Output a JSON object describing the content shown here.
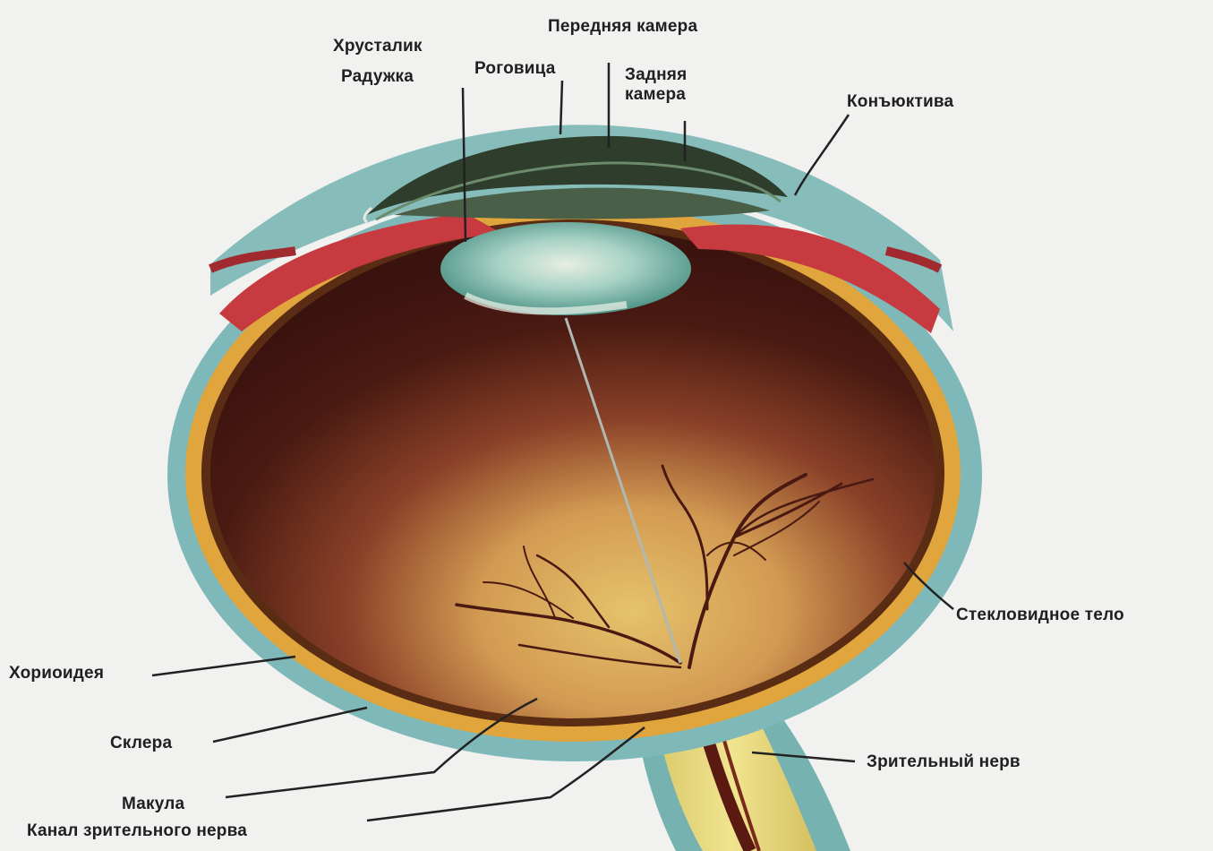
{
  "labels": {
    "lens": "Хрусталик",
    "iris": "Радужка",
    "cornea": "Роговица",
    "anterior_chamber": "Передняя камера",
    "posterior_chamber_line1": "Задняя",
    "posterior_chamber_line2": "камера",
    "conjunctiva": "Конъюктива",
    "vitreous_body": "Стекловидное тело",
    "choroid": "Хориоидея",
    "sclera": "Склера",
    "macula": "Макула",
    "optic_nerve_canal": "Канал зрительного нерва",
    "optic_nerve": "Зрительный нерв"
  },
  "colors": {
    "background": "#f1f1ef",
    "sclera_outer": "#7fb8b8",
    "choroid_band": "#e0a53c",
    "retina_line": "#5a2c14",
    "vitreous_dark": "#3b1410",
    "vitreous_light": "#e1b866",
    "iris": "#c73a3f",
    "lens": "#7ec0b5",
    "cornea": "#2e3d2c",
    "optic_nerve": "#e8dc86",
    "vessel": "#4a1a12",
    "leader_line": "#222222"
  }
}
